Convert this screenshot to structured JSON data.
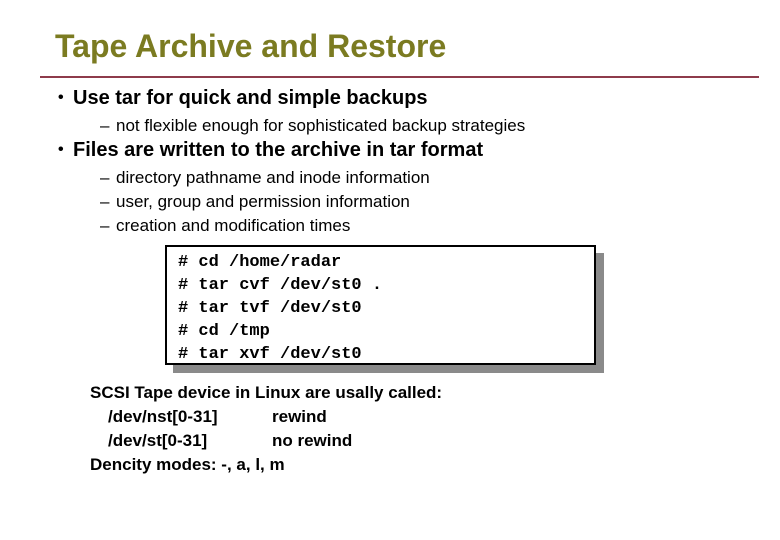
{
  "slide": {
    "title": "Tape Archive and Restore",
    "glyphs": {
      "bullet": "•",
      "dash": "–"
    },
    "bullets": [
      {
        "text": "Use tar for quick and simple backups",
        "subs": [
          "not flexible enough for sophisticated backup strategies"
        ]
      },
      {
        "text": "Files are written to the archive in tar format",
        "subs": [
          "directory pathname and inode information",
          "user, group and permission information",
          "creation and modification times"
        ]
      }
    ],
    "code_lines": [
      "# cd /home/radar",
      "# tar cvf /dev/st0 .",
      "# tar tvf /dev/st0",
      "# cd /tmp",
      "# tar xvf /dev/st0"
    ],
    "notes": {
      "heading": "SCSI Tape device in Linux are usally called:",
      "devices": [
        {
          "name": "/dev/nst[0-31]",
          "mode": "rewind"
        },
        {
          "name": "/dev/st[0-31]",
          "mode": "no rewind"
        }
      ],
      "density": "Dencity modes: -, a, l, m"
    }
  },
  "colors": {
    "title": "#7b7b21",
    "rule": "#8e3b4b",
    "shadow": "#8a8a8a",
    "text": "#000000",
    "background": "#ffffff"
  }
}
